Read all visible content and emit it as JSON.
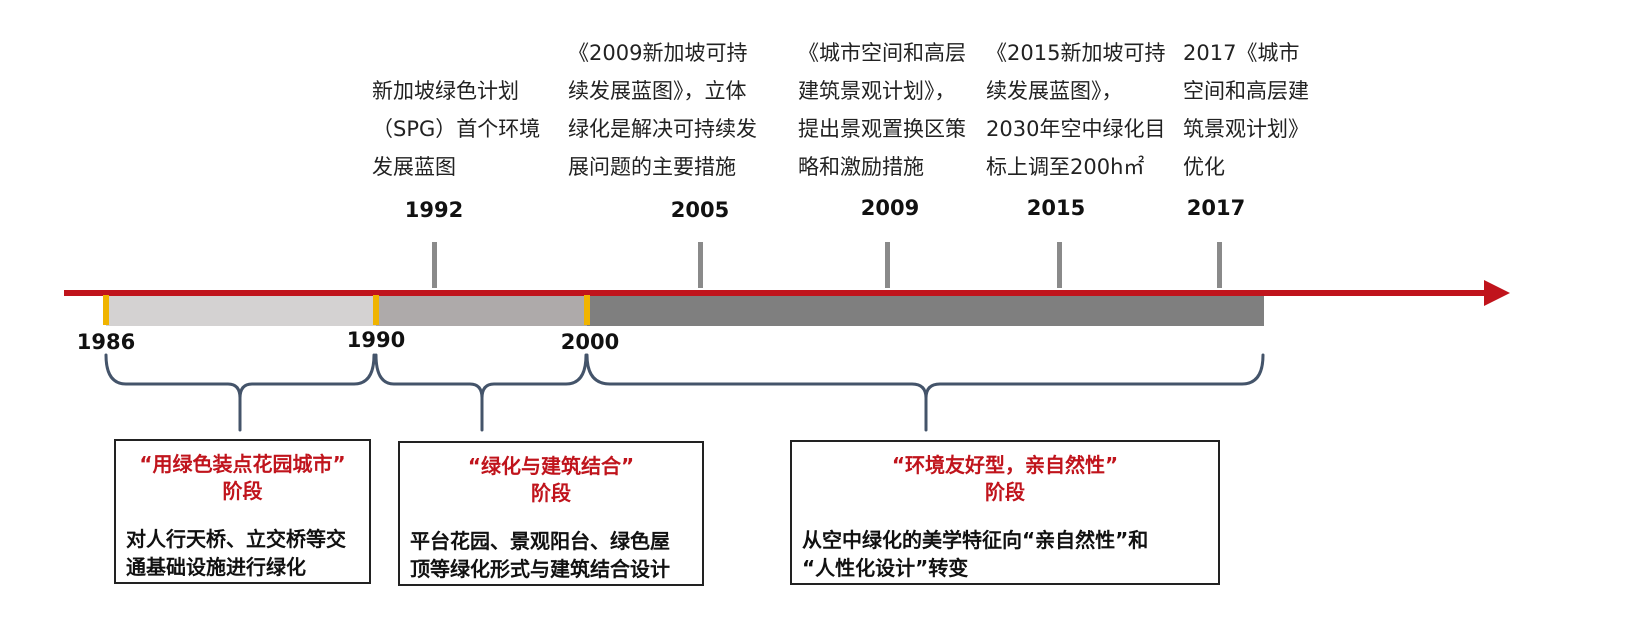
{
  "events": [
    {
      "year": "1992",
      "text": "新加坡绿色计划\n（SPG）首个环境\n发展蓝图"
    },
    {
      "year": "2005",
      "text": "《2009新加坡可持\n续发展蓝图》，立体\n绿化是解决可持续发\n展问题的主要措施"
    },
    {
      "year": "2009",
      "text": "《城市空间和高层\n建筑景观计划》，\n提出景观置换区策\n略和激励措施"
    },
    {
      "year": "2015",
      "text": "《2015新加坡可持\n续发展蓝图》，\n2030年空中绿化目\n标上调至200h㎡"
    },
    {
      "year": "2017",
      "text": "2017《城市\n空间和高层建\n筑景观计划》\n优化"
    }
  ],
  "timeline_years": [
    "1986",
    "1990",
    "2000"
  ],
  "stages": [
    {
      "title_line1": "“用绿色装点花园城市”",
      "title_line2": "阶段",
      "desc": "对人行天桥、立交桥等交\n通基础设施进行绿化"
    },
    {
      "title_line1": "“绿化与建筑结合”",
      "title_line2": "阶段",
      "desc": "平台花园、景观阳台、绿色屋\n顶等绿化形式与建筑结合设计"
    },
    {
      "title_line1": "“环境友好型，亲自然性”",
      "title_line2": "阶段",
      "desc": "从空中绿化的美学特征向“亲自然性”和\n“人性化设计”转变"
    }
  ],
  "colors": {
    "arrow": "#c0141c",
    "band1": "#d4d2d2",
    "band2": "#aeaaaa",
    "band3": "#7f7f7f",
    "marker": "#f0b400",
    "brace": "#44546a",
    "stage_title": "#c0141c"
  }
}
